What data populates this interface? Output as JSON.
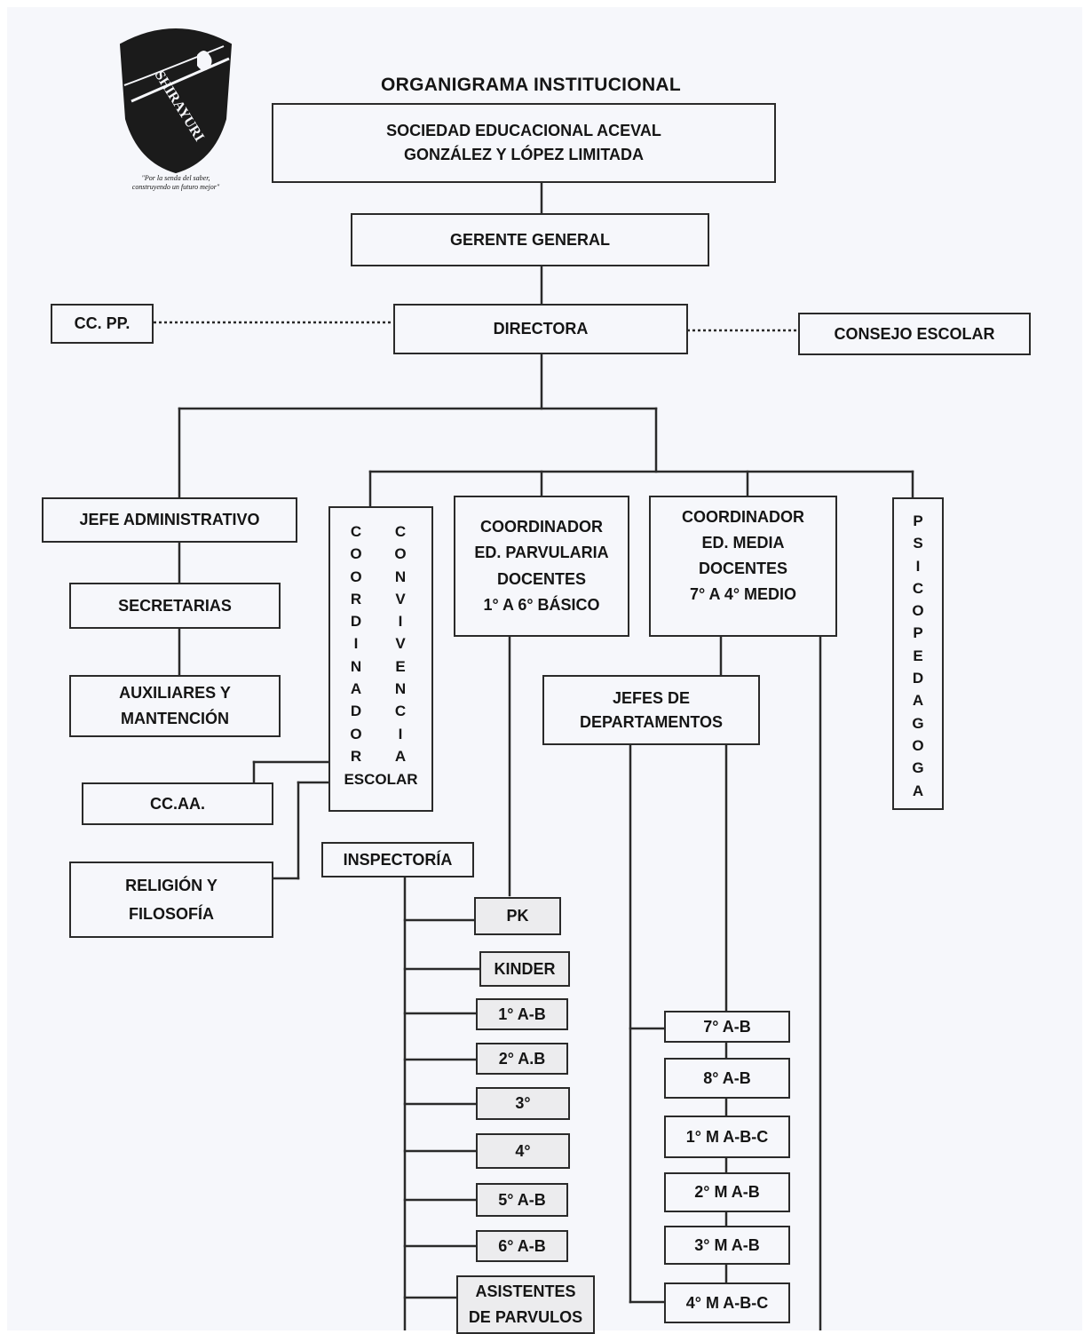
{
  "title": "ORGANIGRAMA INSTITUCIONAL",
  "logo": {
    "name": "SHIRAYURI",
    "motto_line1": "\"Por la senda del saber,",
    "motto_line2": "construyendo un futuro mejor\""
  },
  "nodes": {
    "sociedad_line1": "SOCIEDAD EDUCACIONAL ACEVAL",
    "sociedad_line2": "GONZÁLEZ Y LÓPEZ LIMITADA",
    "gerente": "GERENTE GENERAL",
    "directora": "DIRECTORA",
    "ccpp": "CC. PP.",
    "consejo": "CONSEJO ESCOLAR",
    "jefe_admin": "JEFE ADMINISTRATIVO",
    "secretarias": "SECRETARIAS",
    "auxiliares_line1": "AUXILIARES Y",
    "auxiliares_line2": "MANTENCIÓN",
    "ccaa": "CC.AA.",
    "religion_line1": "RELIGIÓN Y",
    "religion_line2": "FILOSOFÍA",
    "coordinador_letters": [
      "C",
      "O",
      "O",
      "R",
      "D",
      "I",
      "N",
      "A",
      "D",
      "O",
      "R"
    ],
    "convivencia_letters": [
      "C",
      "O",
      "N",
      "V",
      "I",
      "V",
      "E",
      "N",
      "C",
      "I",
      "A"
    ],
    "escolar": "ESCOLAR",
    "coord_basica_lines": [
      "COORDINADOR",
      "ED. PARVULARIA",
      "DOCENTES",
      "1° A 6° BÁSICO"
    ],
    "coord_media_lines": [
      "COORDINADOR",
      "ED. MEDIA",
      "DOCENTES",
      "7° A 4° MEDIO"
    ],
    "psicopedagoga_letters": [
      "P",
      "S",
      "I",
      "C",
      "O",
      "P",
      "E",
      "D",
      "A",
      "G",
      "O",
      "G",
      "A"
    ],
    "jefes_line1": "JEFES DE",
    "jefes_line2": "DEPARTAMENTOS",
    "inspectoria": "INSPECTORÍA",
    "basica_courses": [
      "PK",
      "KINDER",
      "1° A-B",
      "2° A.B",
      "3°",
      "4°",
      "5° A-B",
      "6° A-B"
    ],
    "asistentes_line1": "ASISTENTES",
    "asistentes_line2": "DE PARVULOS",
    "media_courses": [
      "7°  A-B",
      "8° A-B",
      "1° M  A-B-C",
      "2° M  A-B",
      "3° M  A-B",
      "4° M  A-B-C"
    ]
  }
}
